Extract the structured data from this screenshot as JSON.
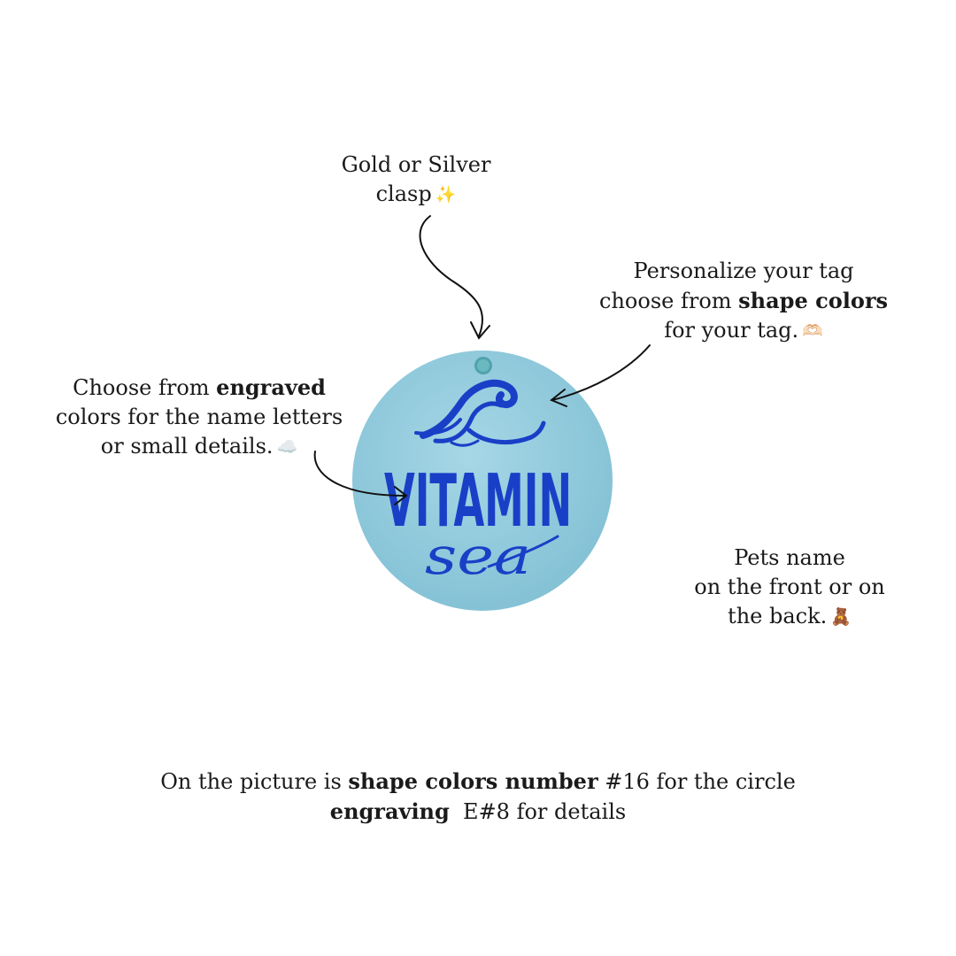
{
  "annotations": {
    "clasp": {
      "line1": "Gold or Silver",
      "line2": "clasp",
      "emoji": "✨"
    },
    "shape": {
      "line1": "Personalize your tag",
      "line2_pre": "choose from ",
      "line2_bold": "shape colors",
      "line3": "for your tag.",
      "emoji": "🫶🏻"
    },
    "engraved": {
      "line1_pre": "Choose from ",
      "line1_bold": "engraved",
      "line2": "colors for the name letters",
      "line3": "or small details.",
      "emoji": "☁️"
    },
    "pets": {
      "line1": "Pets name",
      "line2": "on the front or on",
      "line3": "the back.",
      "emoji": "🧸"
    }
  },
  "footer": {
    "line1_pre": "On the picture is ",
    "line1_bold": "shape colors number",
    "line1_post": " #16 for the circle",
    "line2_bold": "engraving",
    "line2_post": "  E#8 for details"
  },
  "tag": {
    "word_main": "VITAMIN",
    "word_script": "sea",
    "shape_color": "#8ec9dc",
    "engrave_color": "#1a3fc7",
    "wave_icon": "wave-icon"
  },
  "colors": {
    "text": "#1a1a1a",
    "arrow": "#111111"
  }
}
